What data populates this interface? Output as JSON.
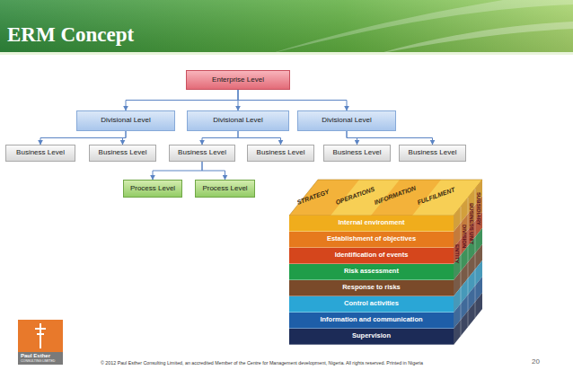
{
  "diagram": {
    "title": "ERM Concept",
    "nodes": [
      {
        "text": [
          "Enterprise Level"
        ]
      },
      {
        "text": [
          "Divisional Level"
        ]
      },
      {
        "text": [
          "Divisional Level"
        ]
      },
      {
        "text": [
          "Divisional Level"
        ]
      },
      {
        "text": [
          "Business Level"
        ]
      },
      {
        "text": [
          "Business Level"
        ]
      },
      {
        "text": [
          "Business Level"
        ]
      },
      {
        "text": [
          "Business Level"
        ]
      },
      {
        "text": [
          "Business Level"
        ]
      },
      {
        "text": [
          "Business Level"
        ]
      },
      {
        "text": [
          "Process Level"
        ]
      },
      {
        "text": [
          "Process Level"
        ]
      },
      {
        "text": [
          "Internal environment"
        ]
      },
      {
        "text": [
          "Establishment of objectives"
        ]
      },
      {
        "text": [
          "Identification of events"
        ]
      },
      {
        "text": [
          "Risk assessment"
        ]
      },
      {
        "text": [
          "Response to risks"
        ]
      },
      {
        "text": [
          "Control activities"
        ]
      },
      {
        "text": [
          "Information and communication"
        ]
      },
      {
        "text": [
          "Supervision"
        ]
      }
    ],
    "edges": [
      {
        "from": 0,
        "to": 1,
        "arrow": "to"
      },
      {
        "from": 0,
        "to": 2,
        "arrow": "to"
      },
      {
        "from": 0,
        "to": 3,
        "arrow": "to"
      },
      {
        "from": 1,
        "to": 4,
        "arrow": "to"
      },
      {
        "from": 1,
        "to": 5,
        "arrow": "to"
      },
      {
        "from": 2,
        "to": 6,
        "arrow": "to"
      },
      {
        "from": 2,
        "to": 7,
        "arrow": "to"
      },
      {
        "from": 3,
        "to": 8,
        "arrow": "to"
      },
      {
        "from": 3,
        "to": 9,
        "arrow": "to"
      },
      {
        "from": 6,
        "to": 10,
        "arrow": "to"
      },
      {
        "from": 6,
        "to": 11,
        "arrow": "to"
      }
    ],
    "labels": [
      "STRATEGY",
      "OPERATIONS",
      "INFORMATION",
      "FULFILMENT",
      "SUBSIDIARY",
      "BUSINESS UNIT",
      "DIVISION",
      "ENTITY",
      "Paul Esther",
      "CONSULTING LIMITED",
      "© 2012 Paul Esther Consulting Limited, an accredited Member of the Centre for Management development, Nigeria. All rights reserved. Printed in Nigeria",
      "20"
    ]
  }
}
